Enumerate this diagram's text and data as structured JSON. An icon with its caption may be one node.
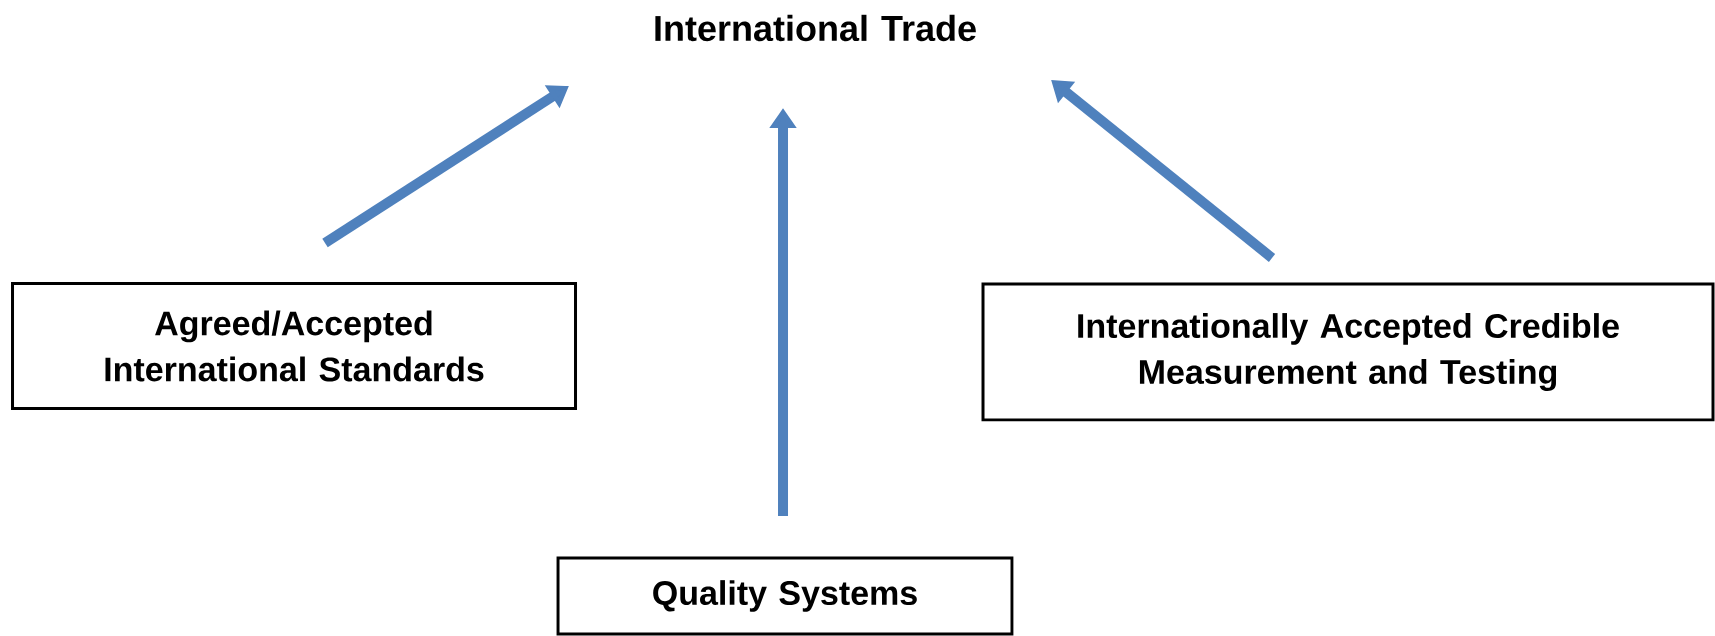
{
  "diagram": {
    "nodes": [
      {
        "text": [
          "International Trade"
        ]
      },
      {
        "text": [
          "Agreed/Accepted International Standards"
        ]
      },
      {
        "text": [
          "Internationally Accepted Credible Measurement and Testing"
        ]
      },
      {
        "text": [
          "Quality Systems"
        ]
      }
    ],
    "edges": [
      {
        "from": 1,
        "to": 0,
        "arrow": "to"
      },
      {
        "from": 3,
        "to": 0,
        "arrow": "to"
      },
      {
        "from": 2,
        "to": 0,
        "arrow": "to"
      }
    ]
  }
}
